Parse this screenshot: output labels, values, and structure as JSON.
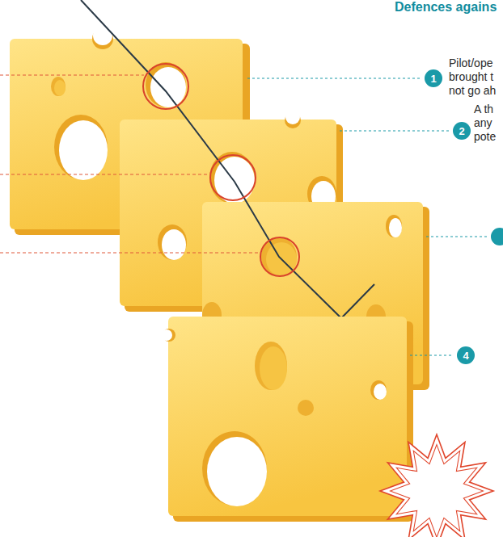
{
  "diagram": {
    "title": "Defences agains",
    "nodes": [
      {
        "text": [
          "1"
        ]
      },
      {
        "text": [
          "2"
        ]
      },
      {
        "text": [
          "4"
        ]
      }
    ],
    "labels": [
      "Pilot/ope brought t not go ah",
      "A th any pote"
    ]
  }
}
